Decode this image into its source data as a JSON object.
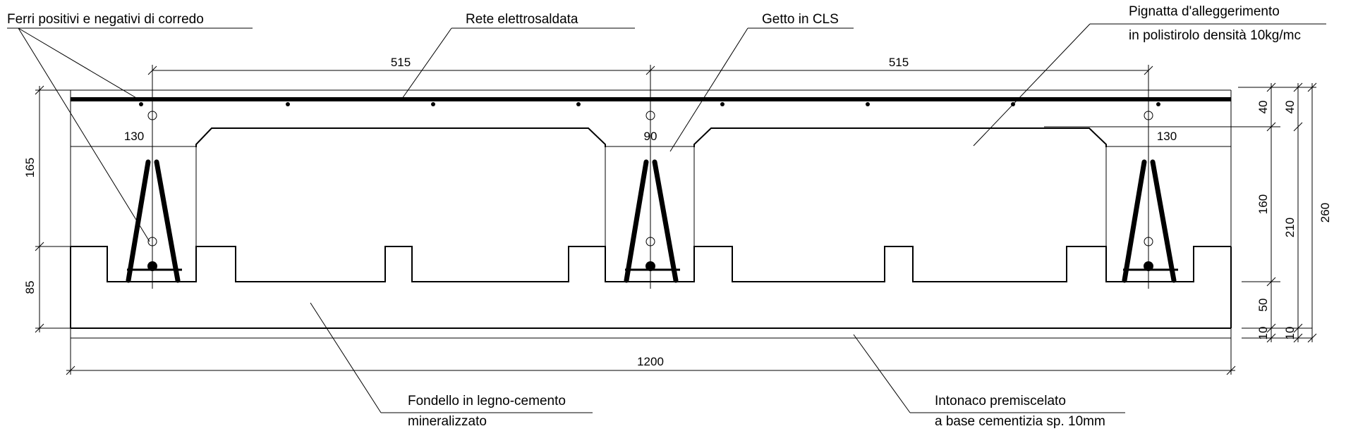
{
  "labels": {
    "ferri": "Ferri positivi e negativi di corredo",
    "rete": "Rete elettrosaldata",
    "getto": "Getto in CLS",
    "pignatta_1": "Pignatta d'alleggerimento",
    "pignatta_2": "in polistirolo densità 10kg/mc",
    "fondello_1": "Fondello in legno-cemento",
    "fondello_2": "mineralizzato",
    "intonaco_1": "Intonaco premiscelato",
    "intonaco_2": "a base cementizia sp. 10mm"
  },
  "dimensions": {
    "span_left": "515",
    "span_right": "515",
    "rib_left": "130",
    "rib_mid": "90",
    "rib_right": "130",
    "total_width": "1200",
    "left_upper": "165",
    "left_lower": "85",
    "right_40a": "40",
    "right_40b": "40",
    "right_160": "160",
    "right_210": "210",
    "right_260": "260",
    "right_50": "50",
    "right_10a": "10",
    "right_10b": "10"
  }
}
